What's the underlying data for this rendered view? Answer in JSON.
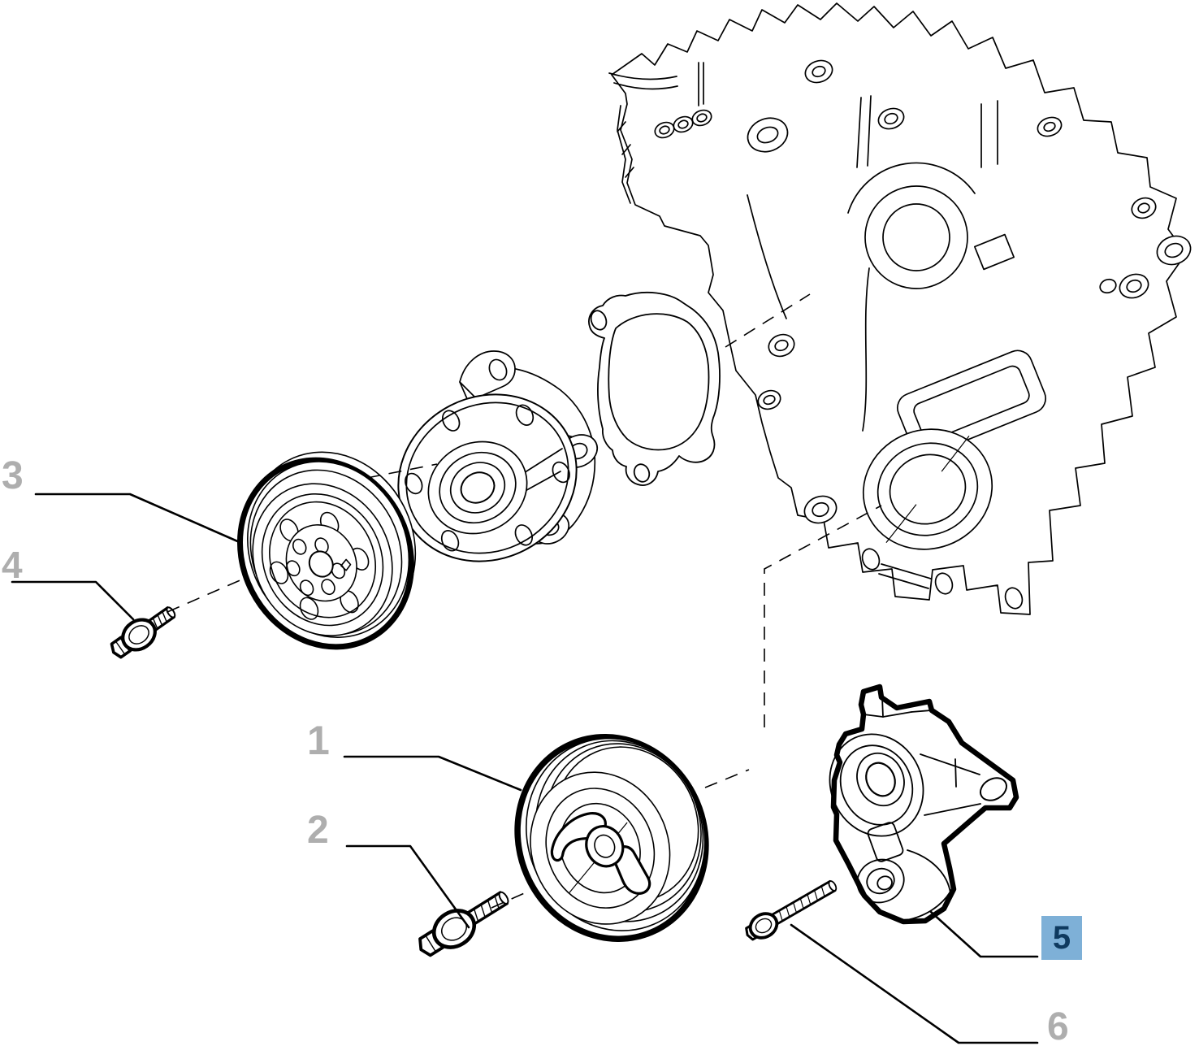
{
  "diagram": {
    "title": "Exploded parts diagram - engine front cover, water pump, pulleys and belt tensioner",
    "background_color": "#ffffff",
    "line_color": "#000000",
    "callout_text_color": "#aeaeae",
    "highlight_bg_color": "#7eb0d7",
    "highlight_text_color": "#0f3a5f",
    "callouts": [
      {
        "label": "1",
        "part": "crankshaft-pulley",
        "highlighted": false
      },
      {
        "label": "2",
        "part": "crankshaft-pulley-bolt",
        "highlighted": false
      },
      {
        "label": "3",
        "part": "water-pump-pulley",
        "highlighted": false
      },
      {
        "label": "4",
        "part": "water-pump-pulley-bolt",
        "highlighted": false
      },
      {
        "label": "5",
        "part": "belt-tensioner",
        "highlighted": true
      },
      {
        "label": "6",
        "part": "belt-tensioner-bolt",
        "highlighted": false
      }
    ],
    "parts": [
      "timing-cover",
      "water-pump-gasket",
      "water-pump",
      "water-pump-pulley",
      "water-pump-pulley-bolt",
      "crankshaft-pulley",
      "crankshaft-pulley-bolt",
      "belt-tensioner",
      "belt-tensioner-bolt"
    ]
  }
}
